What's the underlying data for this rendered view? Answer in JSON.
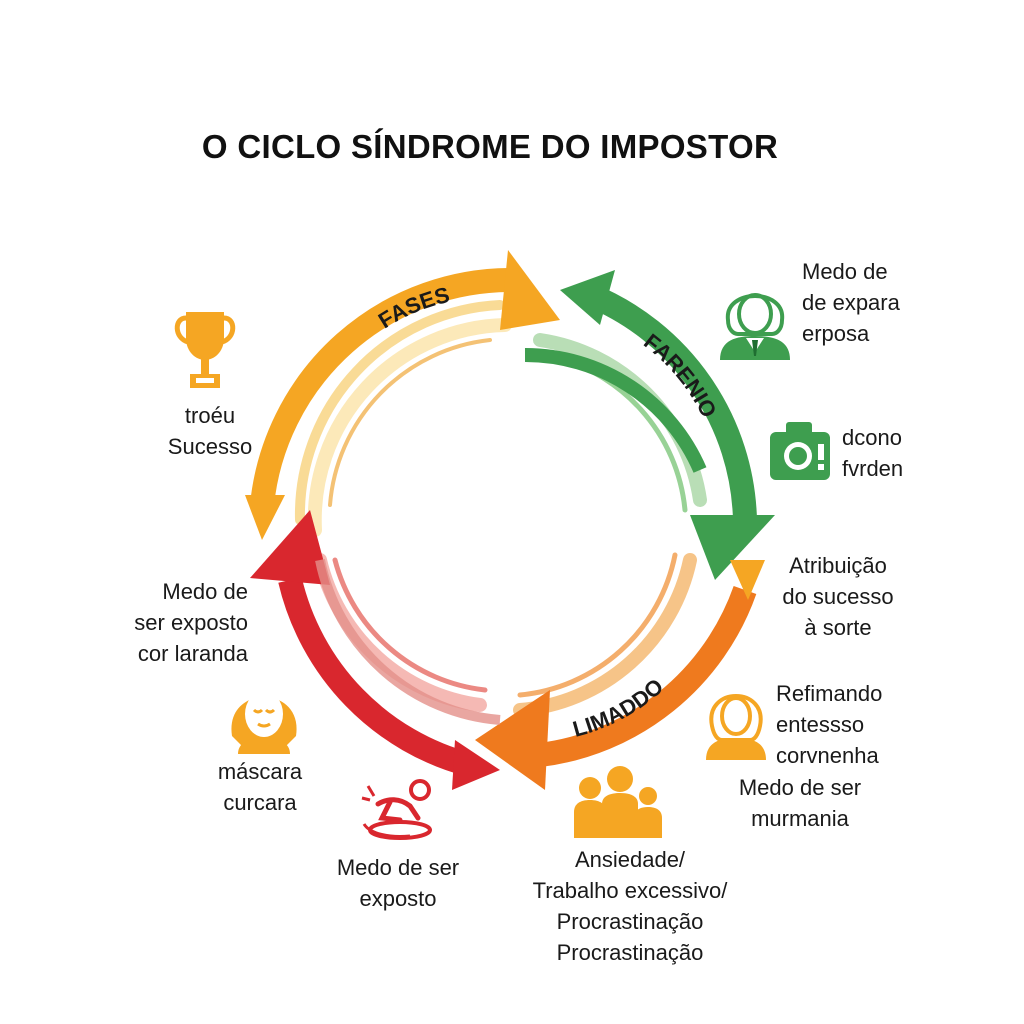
{
  "title": "O CICLO SÍNDROME DO IMPOSTOR",
  "colors": {
    "orange": "#F5A623",
    "green": "#3E9E4F",
    "deep_orange": "#EF7A1E",
    "red": "#D9272E"
  },
  "ring_labels": {
    "top_left": "FASES",
    "right": "FARENIO",
    "bottom": "LIMADDO"
  },
  "items": {
    "trophy": [
      "troéu",
      "Sucesso"
    ],
    "person_top_right": [
      "Medo de",
      "de expara",
      "erposa"
    ],
    "camera": [
      "dcono",
      "fvrden"
    ],
    "attribution": [
      "Atribuição",
      "do sucesso",
      "à sorte"
    ],
    "person_right": [
      "Refimando",
      "entessso",
      "corvnenha"
    ],
    "medo_murmania": [
      "Medo de ser",
      "murmania"
    ],
    "anxiety": [
      "Ansiedade/",
      "Trabalho excessivo/",
      "Procrastinação",
      "Procrastinação"
    ],
    "medo_exposto_bottom": [
      "Medo de ser",
      "exposto"
    ],
    "mascara": [
      "máscara",
      "curcara"
    ],
    "medo_exposto_left": [
      "Medo de",
      "ser exposto",
      "cor laranda"
    ]
  },
  "icons": [
    "trophy-icon",
    "person-avatar-icon",
    "camera-icon",
    "woman-avatar-icon",
    "family-icon",
    "person-fallen-icon",
    "woman-face-icon"
  ]
}
